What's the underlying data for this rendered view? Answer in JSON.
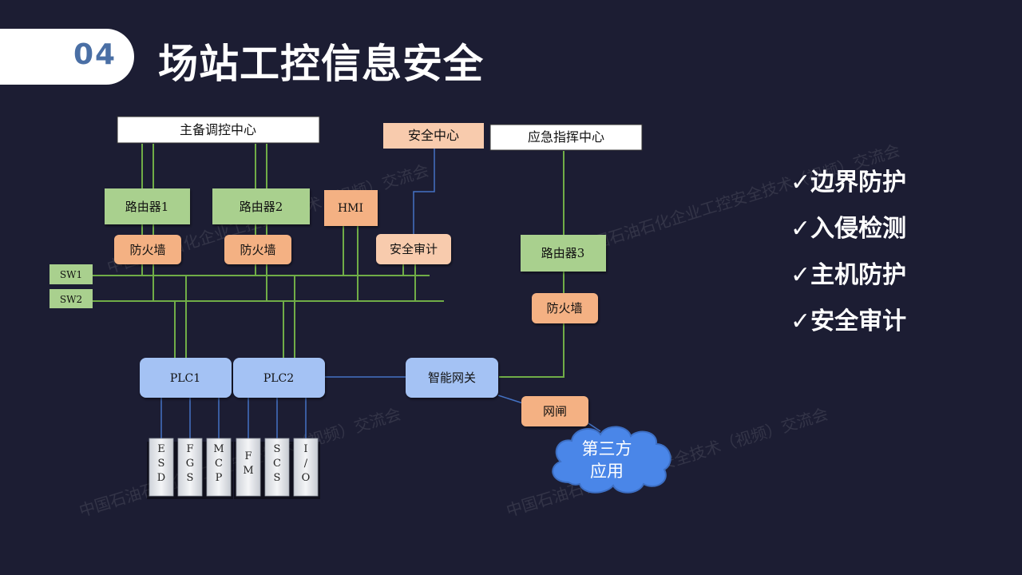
{
  "header": {
    "section_number": "04",
    "title": "场站工控信息安全"
  },
  "features": [
    "✓边界防护",
    "✓入侵检测",
    "✓主机防护",
    "✓安全审计"
  ],
  "watermark": "中国石油石化企业工控安全技术（视频）交流会",
  "diagram": {
    "dispatch_center": "主备调控中心",
    "security_center": "安全中心",
    "emergency_center": "应急指挥中心",
    "router1": "路由器1",
    "router2": "路由器2",
    "router3": "路由器3",
    "hmi": "HMI",
    "firewall1": "防火墙",
    "firewall2": "防火墙",
    "firewall3": "防火墙",
    "security_audit": "安全审计",
    "sw1": "SW1",
    "sw2": "SW2",
    "plc1": "PLC1",
    "plc2": "PLC2",
    "smart_gateway": "智能网关",
    "net_gate": "网闸",
    "third_party_line1": "第三方",
    "third_party_line2": "应用",
    "io_modules": [
      {
        "name": "esd",
        "chars": [
          "E",
          "S",
          "D"
        ]
      },
      {
        "name": "fgs",
        "chars": [
          "F",
          "G",
          "S"
        ]
      },
      {
        "name": "mcp",
        "chars": [
          "M",
          "C",
          "P"
        ]
      },
      {
        "name": "fm",
        "chars": [
          "F",
          "M"
        ]
      },
      {
        "name": "scs",
        "chars": [
          "S",
          "C",
          "S"
        ]
      },
      {
        "name": "io",
        "chars": [
          "I",
          "/",
          "O"
        ]
      }
    ]
  },
  "colors": {
    "background": "#1c1d33",
    "router_green": "#a9d08e",
    "firewall_orange": "#f4b183",
    "plc_blue": "#a4c2f4",
    "line_green": "#70ad47",
    "line_blue": "#4472c4",
    "cloud_blue": "#4a86e8"
  }
}
